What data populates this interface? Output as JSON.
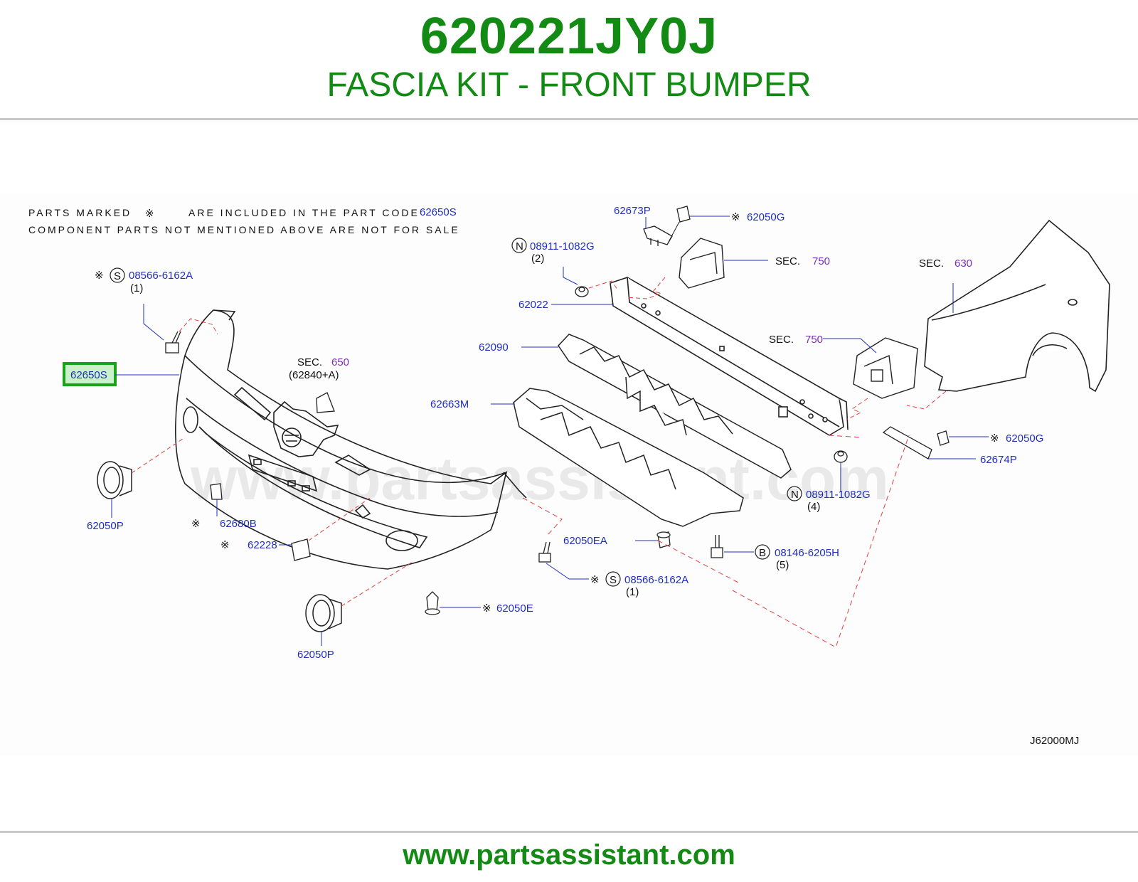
{
  "header": {
    "part_number": "620221JY0J",
    "title": "FASCIA KIT - FRONT BUMPER"
  },
  "notes": {
    "line1_a": "PARTS MARKED",
    "line1_b": "ARE INCLUDED IN THE PART CODE",
    "line1_code": "62650S",
    "line2": "COMPONENT PARTS NOT MENTIONED ABOVE ARE NOT FOR SALE"
  },
  "symbols": {
    "kit_mark": "※",
    "s": "S",
    "n": "N",
    "b": "B"
  },
  "labels": {
    "p_62650S": "62650S",
    "p_08566_top": "08566-6162A",
    "q_08566_top": "(1)",
    "sec_650": "SEC.",
    "sec_650_num": "650",
    "sec_650_sub": "(62840+A)",
    "p_62050P_left": "62050P",
    "p_62680B": "62680B",
    "p_62228": "62228",
    "p_62050P_bottom": "62050P",
    "p_62673P": "62673P",
    "p_62050G_top": "62050G",
    "p_08911_top": "08911-1082G",
    "q_08911_top": "(2)",
    "sec_750_a": "SEC.",
    "sec_750_a_num": "750",
    "p_62022": "62022",
    "p_62090": "62090",
    "p_62663M": "62663M",
    "sec_750_b": "SEC.",
    "sec_750_b_num": "750",
    "sec_630": "SEC.",
    "sec_630_num": "630",
    "p_62050G_right": "62050G",
    "p_62674P": "62674P",
    "p_08911_bottom": "08911-1082G",
    "q_08911_bottom": "(4)",
    "p_62050EA": "62050EA",
    "p_08146": "08146-6205H",
    "q_08146": "(5)",
    "p_08566_bottom": "08566-6162A",
    "q_08566_bottom": "(1)",
    "p_62050E": "62050E",
    "diagram_code": "J62000MJ"
  },
  "watermark": "www.partsassistant.com",
  "footer": {
    "url": "www.partsassistant.com"
  },
  "colors": {
    "brand_green": "#138a13",
    "part_blue": "#1f2fbf",
    "section_purple": "#7b2fbf",
    "highlight_green": "#1aa31a",
    "leader_red": "#e04040"
  }
}
